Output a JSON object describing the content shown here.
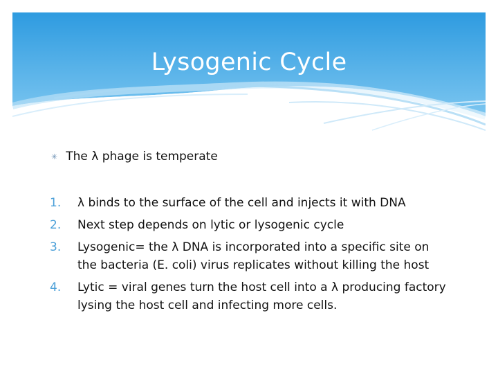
{
  "slide": {
    "title": "Lysogenic Cycle",
    "bullet": "The λ phage is temperate",
    "items": [
      {
        "number": "1.",
        "text": "λ binds to the surface of the cell and injects it with DNA"
      },
      {
        "number": "2.",
        "text": "Next step depends on lytic or lysogenic cycle"
      },
      {
        "number": "3.",
        "text": "Lysogenic= the λ DNA is incorporated into a specific site on the bacteria (E. coli) virus replicates without killing the host"
      },
      {
        "number": "4.",
        "text": "Lytic = viral genes turn the host cell into a λ producing factory lysing the host cell and infecting more cells."
      }
    ]
  },
  "colors": {
    "header_top": "#2e9be0",
    "header_bottom": "#7cc6f0",
    "number_color": "#4a9fd8",
    "bullet_icon": "#6b8fb3"
  },
  "icons": {
    "bullet": "asterisk-icon"
  }
}
